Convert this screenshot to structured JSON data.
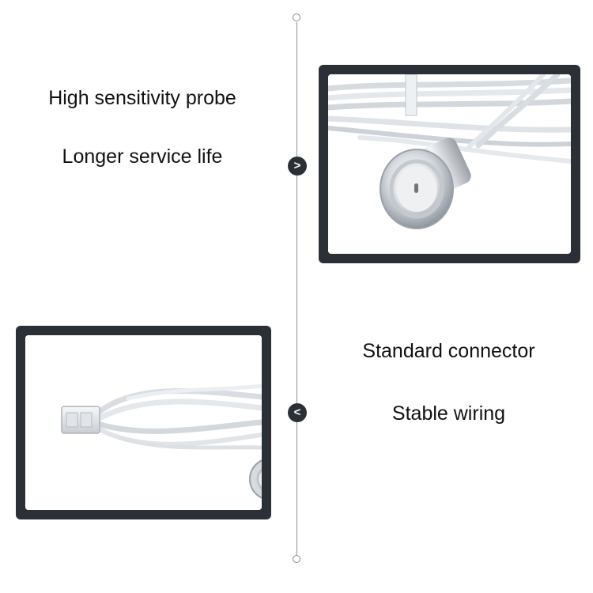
{
  "features": {
    "top": [
      {
        "text": "High sensitivity probe"
      },
      {
        "text": "Longer service life"
      }
    ],
    "bottom": [
      {
        "text": "Standard connector"
      },
      {
        "text": "Stable wiring"
      }
    ]
  },
  "arrows": {
    "right": ">",
    "left": "<"
  },
  "icons": {
    "right": "chevron-right-icon",
    "left": "chevron-left-icon"
  },
  "colors": {
    "frame": "#2b3037",
    "line": "#8a8f96",
    "text": "#111111"
  }
}
